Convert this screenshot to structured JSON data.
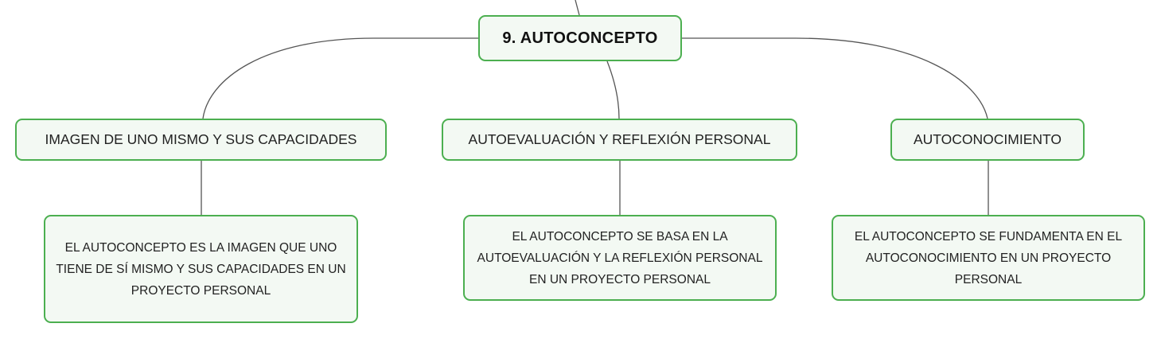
{
  "colors": {
    "node_border": "#4caf50",
    "node_fill": "#f3f9f3",
    "connector": "#555555"
  },
  "root": {
    "label": "9. AUTOCONCEPTO"
  },
  "branches": [
    {
      "label": "IMAGEN DE UNO MISMO Y SUS CAPACIDADES",
      "child": "EL AUTOCONCEPTO ES LA IMAGEN QUE UNO TIENE DE SÍ MISMO Y SUS CAPACIDADES EN UN PROYECTO PERSONAL"
    },
    {
      "label": "AUTOEVALUACIÓN Y REFLEXIÓN PERSONAL",
      "child": "EL AUTOCONCEPTO SE BASA EN LA AUTOEVALUACIÓN Y LA REFLEXIÓN PERSONAL EN UN PROYECTO PERSONAL"
    },
    {
      "label": "AUTOCONOCIMIENTO",
      "child": "EL AUTOCONCEPTO SE FUNDAMENTA EN EL AUTOCONOCIMIENTO EN UN PROYECTO PERSONAL"
    }
  ]
}
